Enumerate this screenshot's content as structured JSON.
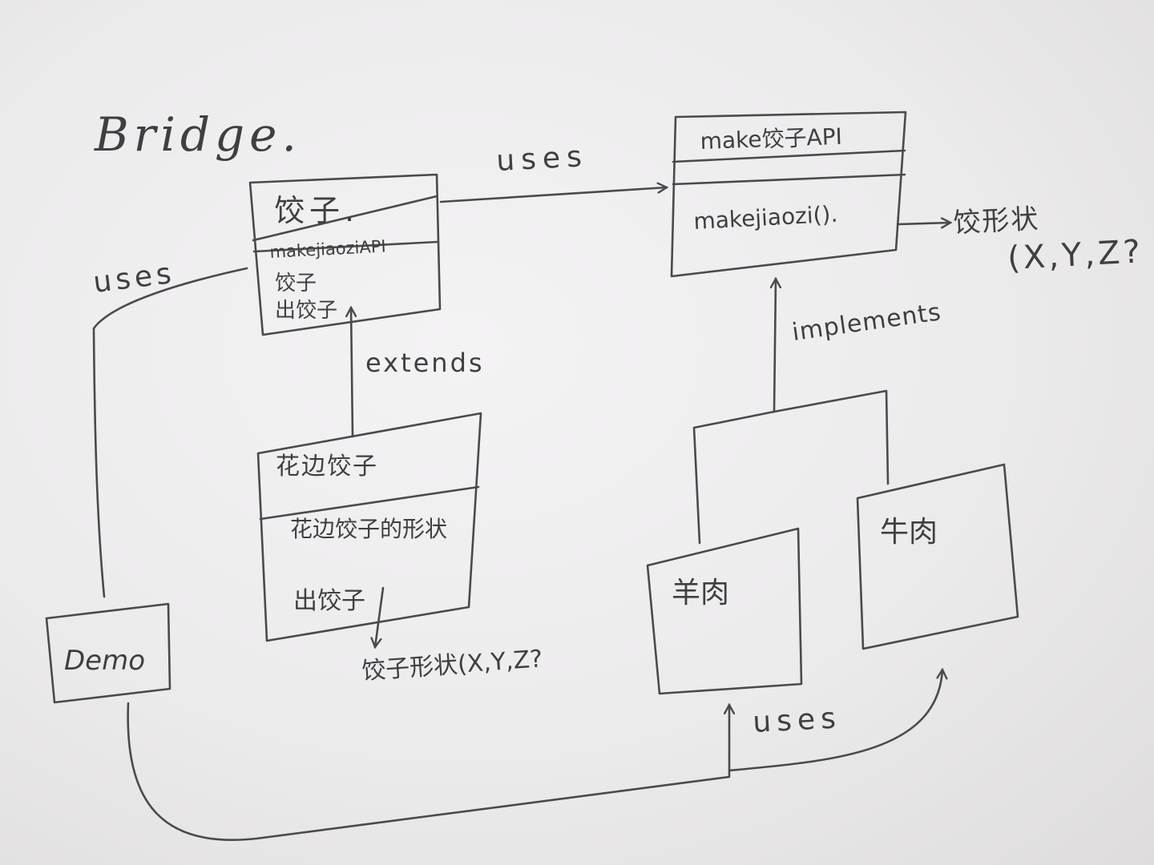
{
  "title": "Bridge.",
  "classes": {
    "jiaozi": {
      "name": "饺子.",
      "members": [
        "makejiaoziAPI",
        "饺子",
        "出饺子"
      ]
    },
    "huabian_jiaozi": {
      "name": "花边饺子",
      "members": [
        "花边饺子的形状",
        "出饺子"
      ]
    },
    "make_api": {
      "name": "make饺子API",
      "members": [
        "makejiaozi()."
      ]
    },
    "yangrou": {
      "name": "羊肉"
    },
    "niurou": {
      "name": "牛肉"
    },
    "demo": {
      "name": "Demo"
    }
  },
  "relations": {
    "uses_top": "uses",
    "uses_left": "uses",
    "extends": "extends",
    "implements": "implements",
    "uses_bottom": "uses"
  },
  "notes": {
    "api_shape_line1": "饺形状",
    "api_shape_line2": "(X,Y,Z?",
    "huabian_shape": "饺子形状(X,Y,Z?"
  }
}
